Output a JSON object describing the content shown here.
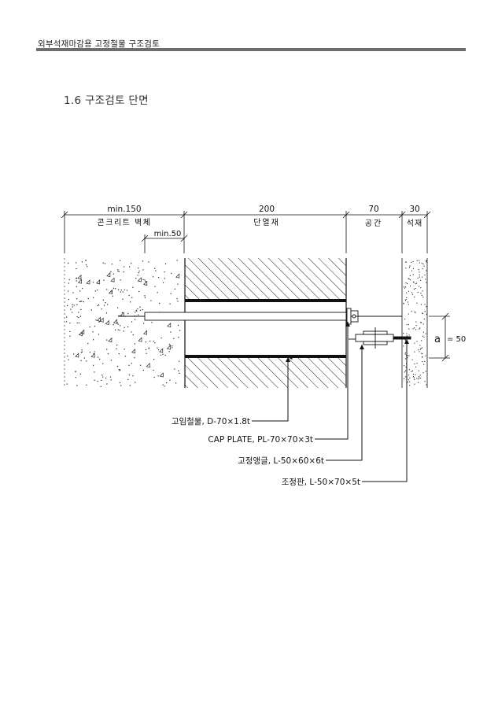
{
  "header": {
    "title": "외부석재마감용 고정철물 구조검토"
  },
  "section": {
    "title": "1.6 구조검토 단면"
  },
  "drawing": {
    "dimensions": {
      "concrete": "min.150",
      "insulation": "200",
      "gap": "70",
      "stone": "30",
      "embed": "min.50",
      "offset_label": "a",
      "offset_value": "=  50"
    },
    "zones": {
      "concrete": "콘크리트 벽체",
      "insulation": "단열재",
      "gap": "공간",
      "stone": "석재"
    },
    "callouts": [
      "고임철물,  D-70×1.8t",
      "CAP  PLATE,  PL-70×70×3t",
      "고정앵글,  L-50×60×6t",
      "조정판,  L-50×70×5t"
    ]
  }
}
